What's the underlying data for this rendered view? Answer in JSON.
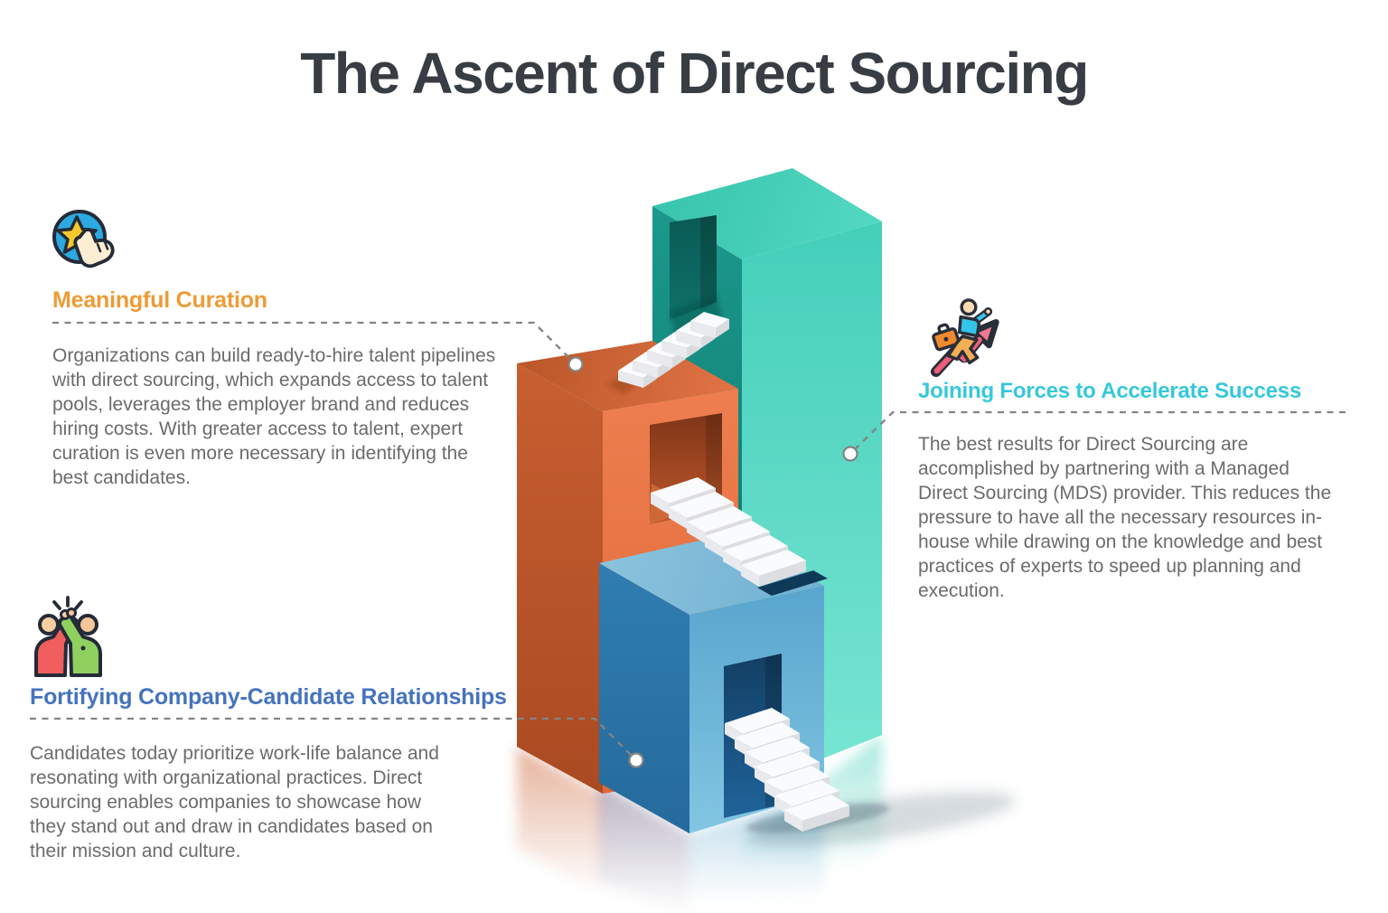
{
  "title": "The Ascent of Direct Sourcing",
  "sections": [
    {
      "id": "meaningful-curation",
      "heading": "Meaningful Curation",
      "accent_color": "#EE9B35",
      "icon": "star-click-icon",
      "body": "Organizations can build ready-to-hire talent pipelines with direct sourcing, which expands access to talent pools, leverages the employer brand and reduces hiring costs. With greater access to talent, expert curation is even more necessary in identifying the best candidates."
    },
    {
      "id": "joining-forces",
      "heading": "Joining Forces to Accelerate Success",
      "accent_color": "#35C8DC",
      "icon": "growth-arrow-businessman-icon",
      "body": "The best results for Direct Sourcing are accomplished by partnering with a Managed Direct Sourcing (MDS) provider. This reduces the pressure to have all the necessary resources in-house while drawing on the knowledge and best practices of experts to speed up planning and execution."
    },
    {
      "id": "fortifying-relationships",
      "heading": "Fortifying Company-Candidate Relationships",
      "accent_color": "#4573BF",
      "icon": "high-five-icon",
      "body": "Candidates today prioritize work-life balance and resonating with organizational practices. Direct sourcing enables companies to showcase how they stand out and draw in candidates based on their mission and culture."
    }
  ],
  "illustration": {
    "description_towers": [
      {
        "name": "orange-tower",
        "color": "#E8764A"
      },
      {
        "name": "teal-tower",
        "color": "#45D0BB"
      },
      {
        "name": "blue-tower",
        "color": "#4E9FC9"
      }
    ],
    "staircase_color": "#FAFBFC"
  },
  "colors": {
    "title_text": "#383D44",
    "body_text": "#6B6B6B",
    "dashed_leader_line": "#848484",
    "orange_accent": "#EE9B35",
    "cyan_accent": "#35C8DC",
    "blue_accent": "#4573BF"
  }
}
